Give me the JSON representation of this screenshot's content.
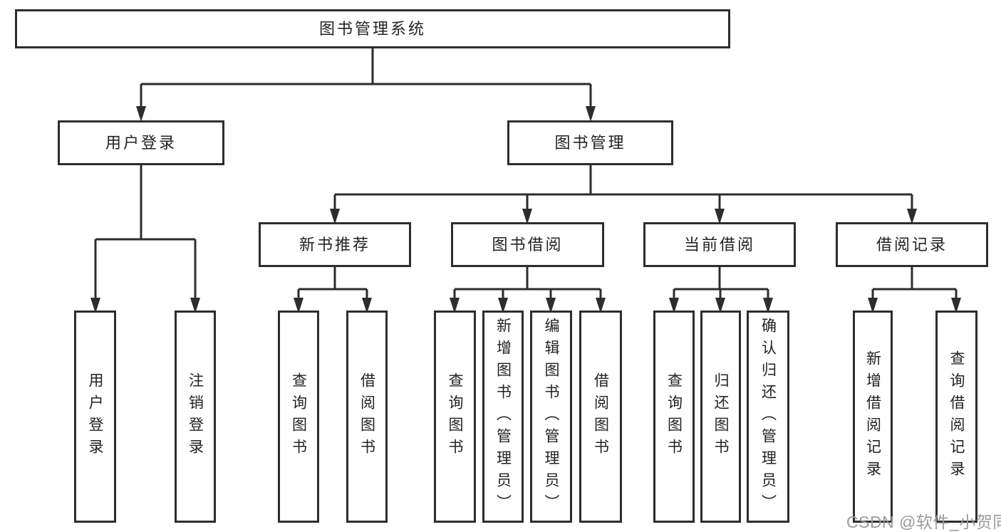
{
  "tree": {
    "label": "图书管理系统",
    "children": [
      {
        "label": "用户登录",
        "children": [
          {
            "label": "用户登录"
          },
          {
            "label": "注销登录"
          }
        ]
      },
      {
        "label": "图书管理",
        "children": [
          {
            "label": "新书推荐",
            "children": [
              {
                "label": "查询图书"
              },
              {
                "label": "借阅图书"
              }
            ]
          },
          {
            "label": "图书借阅",
            "children": [
              {
                "label": "查询图书"
              },
              {
                "label": "新增图书（管理员）"
              },
              {
                "label": "编辑图书（管理员）"
              },
              {
                "label": "借阅图书"
              }
            ]
          },
          {
            "label": "当前借阅",
            "children": [
              {
                "label": "查询图书"
              },
              {
                "label": "归还图书"
              },
              {
                "label": "确认归还（管理员）"
              }
            ]
          },
          {
            "label": "借阅记录",
            "children": [
              {
                "label": "新增借阅记录"
              },
              {
                "label": "查询借阅记录"
              }
            ]
          }
        ]
      }
    ]
  },
  "watermark": {
    "text": "CSDN @软件_小贺同学"
  },
  "colors": {
    "line": "#2d2d2d",
    "box_border": "#2d2d2d",
    "text": "#222222",
    "background": "#ffffff",
    "watermark": "#9b9b9b"
  }
}
